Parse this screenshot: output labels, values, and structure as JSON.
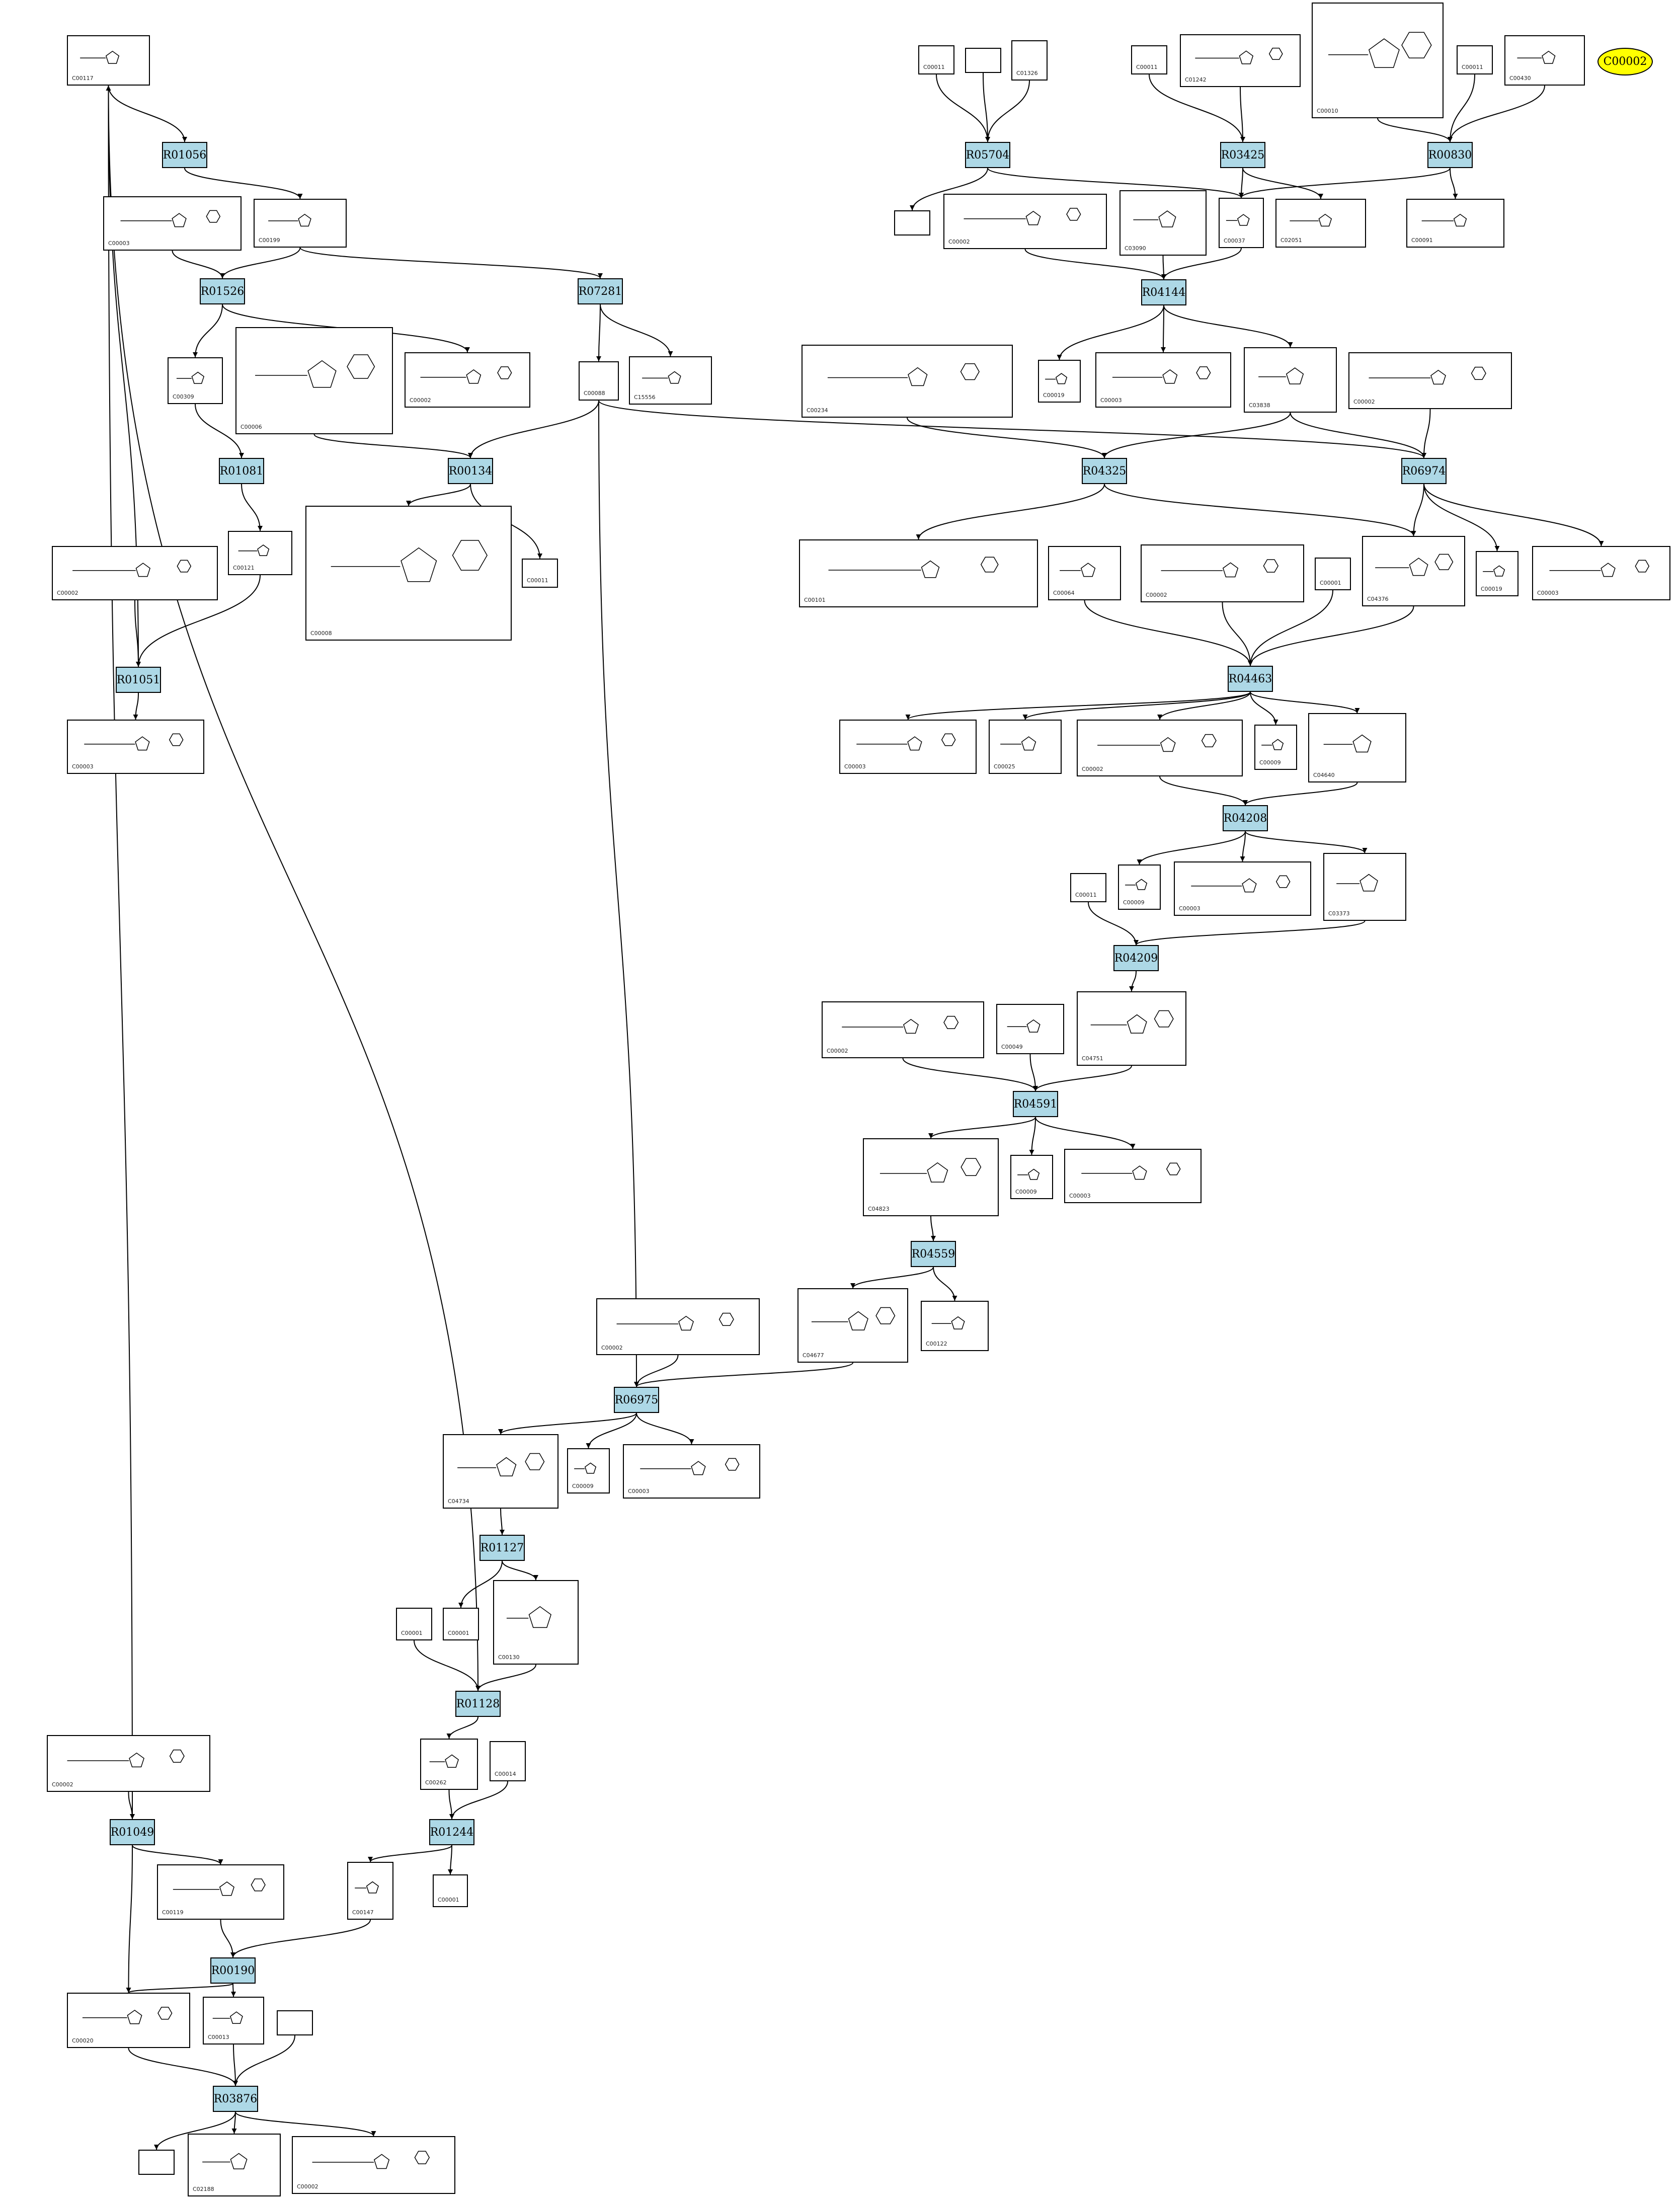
{
  "title_node": "C00002",
  "reactions": {
    "R01056": "R01056",
    "R01526": "R01526",
    "R07281": "R07281",
    "R01081": "R01081",
    "R00134": "R00134",
    "R01051": "R01051",
    "R05704": "R05704",
    "R03425": "R03425",
    "R00830": "R00830",
    "R04144": "R04144",
    "R04325": "R04325",
    "R06974": "R06974",
    "R04463": "R04463",
    "R04208": "R04208",
    "R04209": "R04209",
    "R04591": "R04591",
    "R04559": "R04559",
    "R06975": "R06975",
    "R01127": "R01127",
    "R01128": "R01128",
    "R01049": "R01049",
    "R01244": "R01244",
    "R00190": "R00190",
    "R03876": "R03876"
  },
  "compounds": {
    "c_C00117": "C00117",
    "c_C00003a": "C00003",
    "c_C00199": "C00199",
    "c_C00309": "C00309",
    "c_C00006": "C00006",
    "c_C00002a": "C00002",
    "c_C00088": "C00088",
    "c_C15556": "C15556",
    "c_C00121": "C00121",
    "c_C00008": "C00008",
    "c_C00011a": "C00011",
    "c_C00002b": "C00002",
    "c_C00003b": "C00003",
    "c_C00011b": "C00011",
    "c_blank1": "",
    "c_C01326": "C01326",
    "c_blank2": "",
    "c_C00011c": "C00011",
    "c_C01242": "C01242",
    "c_C00010": "C00010",
    "c_C00011d": "C00011",
    "c_C00430": "C00430",
    "c_C00002c": "C00002",
    "c_C03090": "C03090",
    "c_C00037": "C00037",
    "c_C02051": "C02051",
    "c_C00091": "C00091",
    "c_C00234": "C00234",
    "c_C00019a": "C00019",
    "c_C00003c": "C00003",
    "c_C03838": "C03838",
    "c_C00002d": "C00002",
    "c_C00101": "C00101",
    "c_C00064": "C00064",
    "c_C00002e": "C00002",
    "c_C00001a": "C00001",
    "c_C04376": "C04376",
    "c_C00019b": "C00019",
    "c_C00003d": "C00003",
    "c_C00003e": "C00003",
    "c_C00025": "C00025",
    "c_C00002f": "C00002",
    "c_C00009a": "C00009",
    "c_C04640": "C04640",
    "c_C00011e": "C00011",
    "c_C00009b": "C00009",
    "c_C00003f": "C00003",
    "c_C03373": "C03373",
    "c_C00002g": "C00002",
    "c_C00049": "C00049",
    "c_C04751": "C04751",
    "c_C04823": "C04823",
    "c_C00009c": "C00009",
    "c_C00003g": "C00003",
    "c_C04677": "C04677",
    "c_C00122": "C00122",
    "c_C00002h": "C00002",
    "c_C04734": "C04734",
    "c_C00009d": "C00009",
    "c_C00003h": "C00003",
    "c_C00001b": "C00001",
    "c_C00001c": "C00001",
    "c_C00130": "C00130",
    "c_C00002i": "C00002",
    "c_C00262": "C00262",
    "c_C00014": "C00014",
    "c_C00119": "C00119",
    "c_C00147": "C00147",
    "c_C00001d": "C00001",
    "c_C00020": "C00020",
    "c_C00013": "C00013",
    "c_blank3": "",
    "c_blank4": "",
    "c_C02188": "C02188",
    "c_C00002j": "C00002"
  }
}
